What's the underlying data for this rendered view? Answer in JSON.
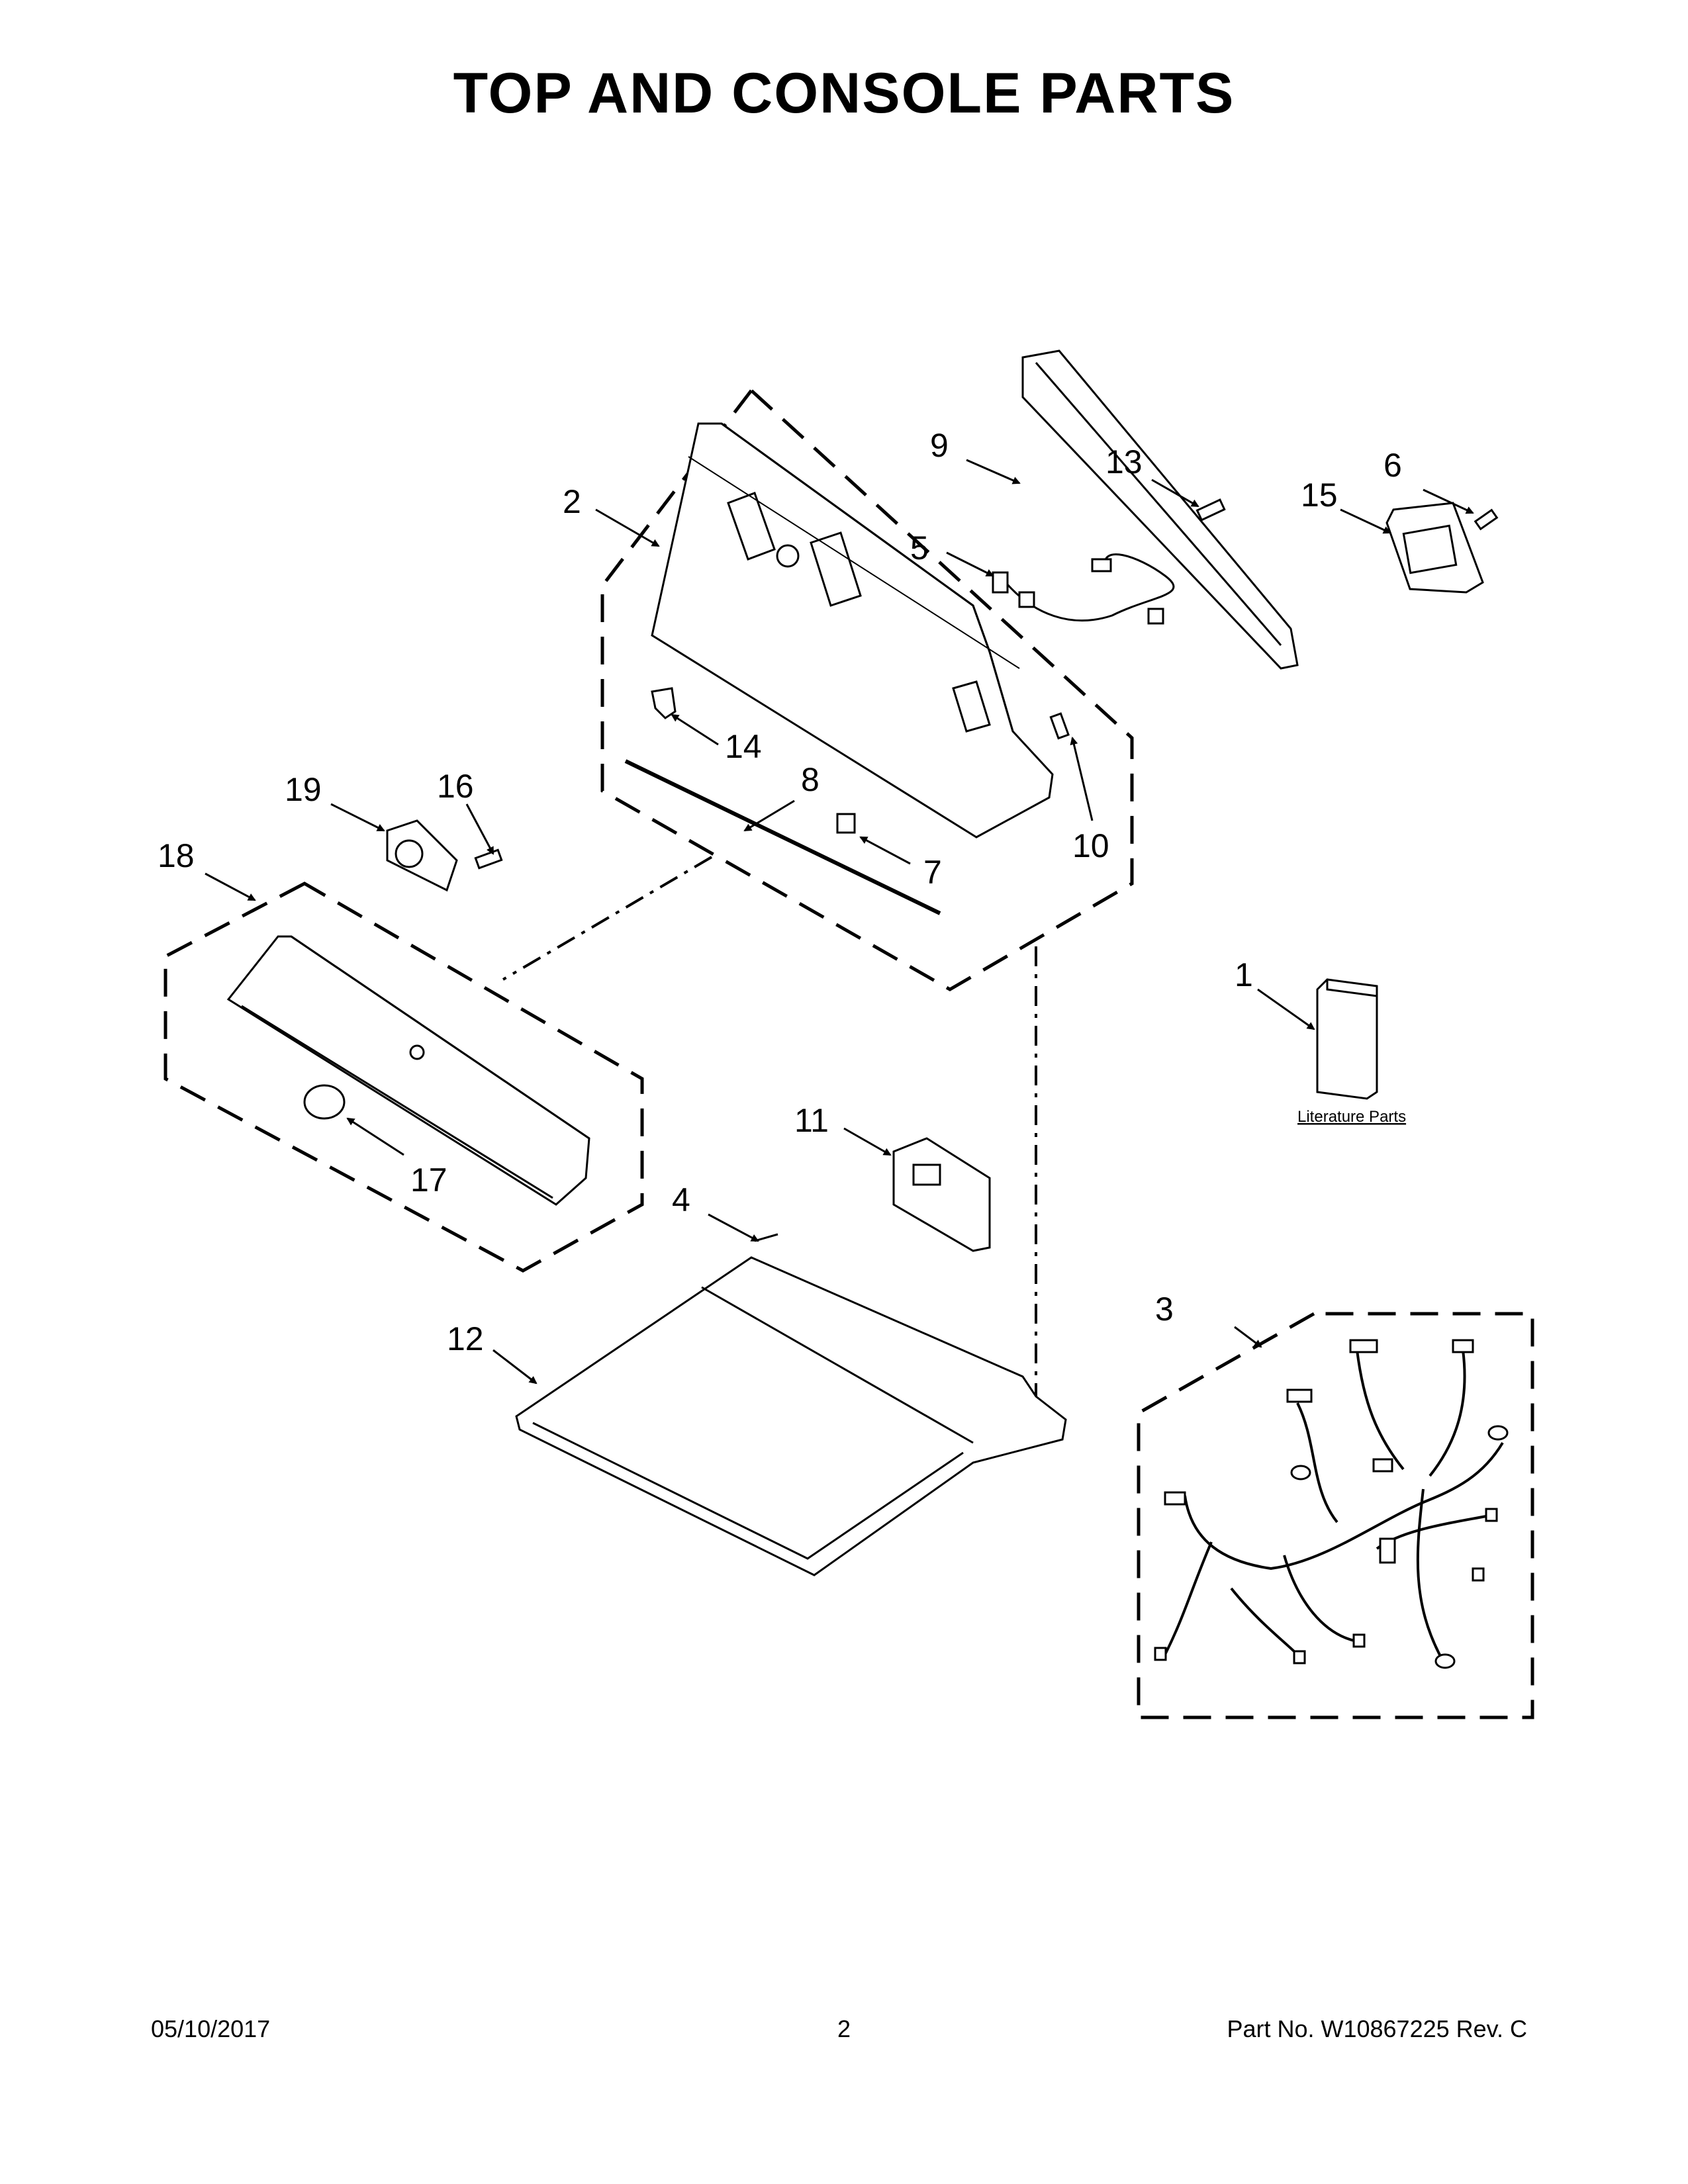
{
  "title": "TOP AND CONSOLE PARTS",
  "callouts": {
    "c1": "1",
    "c2": "2",
    "c3": "3",
    "c4": "4",
    "c5": "5",
    "c6": "6",
    "c7": "7",
    "c8": "8",
    "c9": "9",
    "c10": "10",
    "c11": "11",
    "c12": "12",
    "c13": "13",
    "c14": "14",
    "c15": "15",
    "c16": "16",
    "c17": "17",
    "c18": "18",
    "c19": "19"
  },
  "literature_label": "Literature Parts",
  "footer": {
    "date": "05/10/2017",
    "page": "2",
    "part_number": "Part No.  W10867225  Rev.  C"
  }
}
